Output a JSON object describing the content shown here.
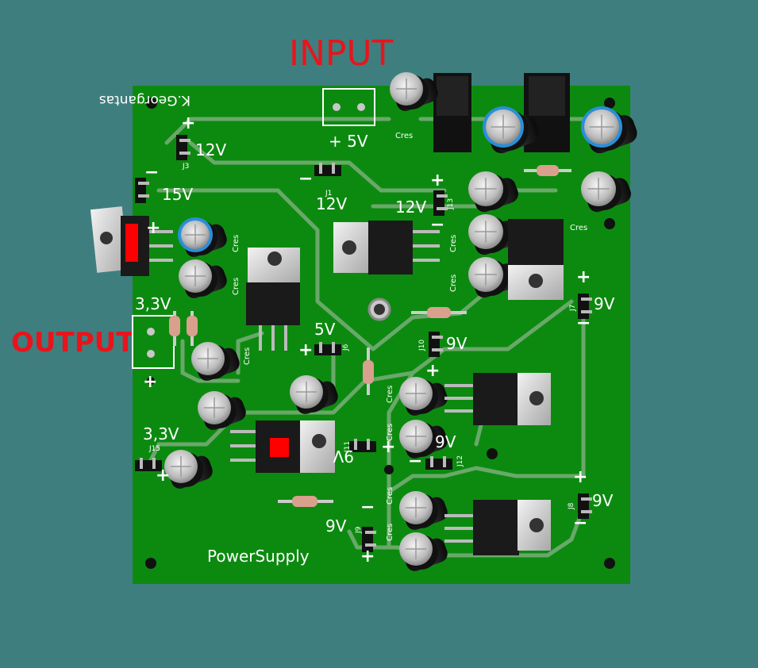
{
  "title_input": "INPUT",
  "title_output": "OUTPUT",
  "board": {
    "author": "K.Georgantas",
    "name": "PowerSupply",
    "board_color": "#0c8a10",
    "trace_color": "#6aa86a"
  },
  "silk": {
    "v5_top": "+ 5V",
    "v12_j3": "12V",
    "v15": "15V",
    "v12_j1": "12V",
    "v12_j13": "12V",
    "v33_left": "3,3V",
    "v5_j6": "5V",
    "v9_j10": "9V",
    "v9_j7": "9V",
    "v9_mid": "9V",
    "v9_j11": "9V",
    "v33_bottom": "3,3V",
    "v9_j8": "9V",
    "v9_j9": "9V",
    "plus": "+",
    "minus": "−",
    "cres": "Cres"
  },
  "refs": {
    "j1": "J1",
    "j3": "J3",
    "j6": "J6",
    "j7": "J7",
    "j8": "J8",
    "j9": "J9",
    "j10": "J10",
    "j11": "J11",
    "j12": "J12",
    "j13": "J13",
    "j15": "J15"
  },
  "colors": {
    "label_red": "#e8141c",
    "background": "#3f7e7e",
    "silkscreen": "#ffffff"
  }
}
